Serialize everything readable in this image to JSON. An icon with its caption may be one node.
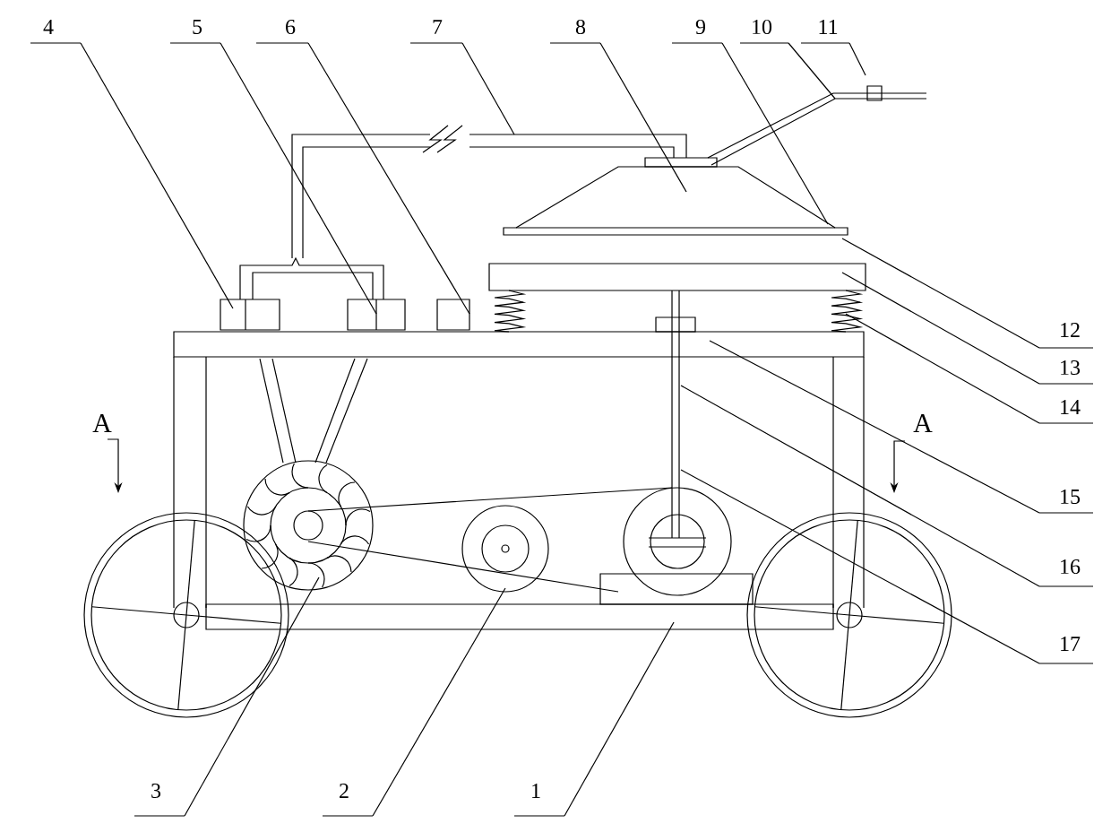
{
  "diagram": {
    "nodes": [
      {
        "text": [
          "1"
        ]
      },
      {
        "text": [
          "2"
        ]
      },
      {
        "text": [
          "3"
        ]
      },
      {
        "text": [
          "4"
        ]
      },
      {
        "text": [
          "5"
        ]
      },
      {
        "text": [
          "6"
        ]
      },
      {
        "text": [
          "7"
        ]
      },
      {
        "text": [
          "8"
        ]
      },
      {
        "text": [
          "9"
        ]
      },
      {
        "text": [
          "10"
        ]
      },
      {
        "text": [
          "11"
        ]
      },
      {
        "text": [
          "12"
        ]
      },
      {
        "text": [
          "13"
        ]
      },
      {
        "text": [
          "14"
        ]
      },
      {
        "text": [
          "15"
        ]
      },
      {
        "text": [
          "16"
        ]
      },
      {
        "text": [
          "17"
        ]
      }
    ],
    "edges": [
      {
        "from": 0,
        "to": null,
        "arrow": "none"
      },
      {
        "from": 1,
        "to": null,
        "arrow": "none"
      },
      {
        "from": 2,
        "to": null,
        "arrow": "none"
      },
      {
        "from": 3,
        "to": null,
        "arrow": "none"
      },
      {
        "from": 4,
        "to": null,
        "arrow": "none"
      },
      {
        "from": 5,
        "to": null,
        "arrow": "none"
      },
      {
        "from": 6,
        "to": null,
        "arrow": "none"
      },
      {
        "from": 7,
        "to": null,
        "arrow": "none"
      },
      {
        "from": 8,
        "to": null,
        "arrow": "none"
      },
      {
        "from": 9,
        "to": null,
        "arrow": "none"
      },
      {
        "from": 10,
        "to": null,
        "arrow": "none"
      },
      {
        "from": 11,
        "to": null,
        "arrow": "none"
      },
      {
        "from": 12,
        "to": null,
        "arrow": "none"
      },
      {
        "from": 13,
        "to": null,
        "arrow": "none"
      },
      {
        "from": 14,
        "to": null,
        "arrow": "none"
      },
      {
        "from": 15,
        "to": null,
        "arrow": "none"
      },
      {
        "from": 16,
        "to": null,
        "arrow": "none"
      }
    ],
    "labels": [
      "A",
      "A"
    ]
  }
}
